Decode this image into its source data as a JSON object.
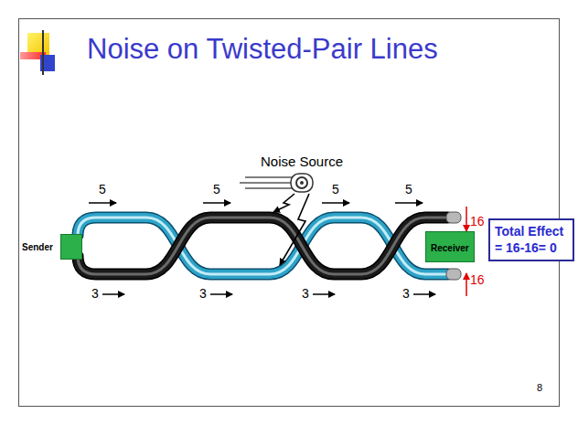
{
  "diagram": {
    "title": "Noise on Twisted-Pair Lines",
    "nodes": [
      {
        "text": [
          "Sender"
        ]
      },
      {
        "text": [
          "Receiver"
        ]
      },
      {
        "text": [
          "Total Effect = 16-16= 0"
        ]
      }
    ],
    "labels": [
      "Noise Source",
      "5",
      "5",
      "5",
      "5",
      "3",
      "3",
      "3",
      "3",
      "16",
      "16",
      "8"
    ]
  }
}
